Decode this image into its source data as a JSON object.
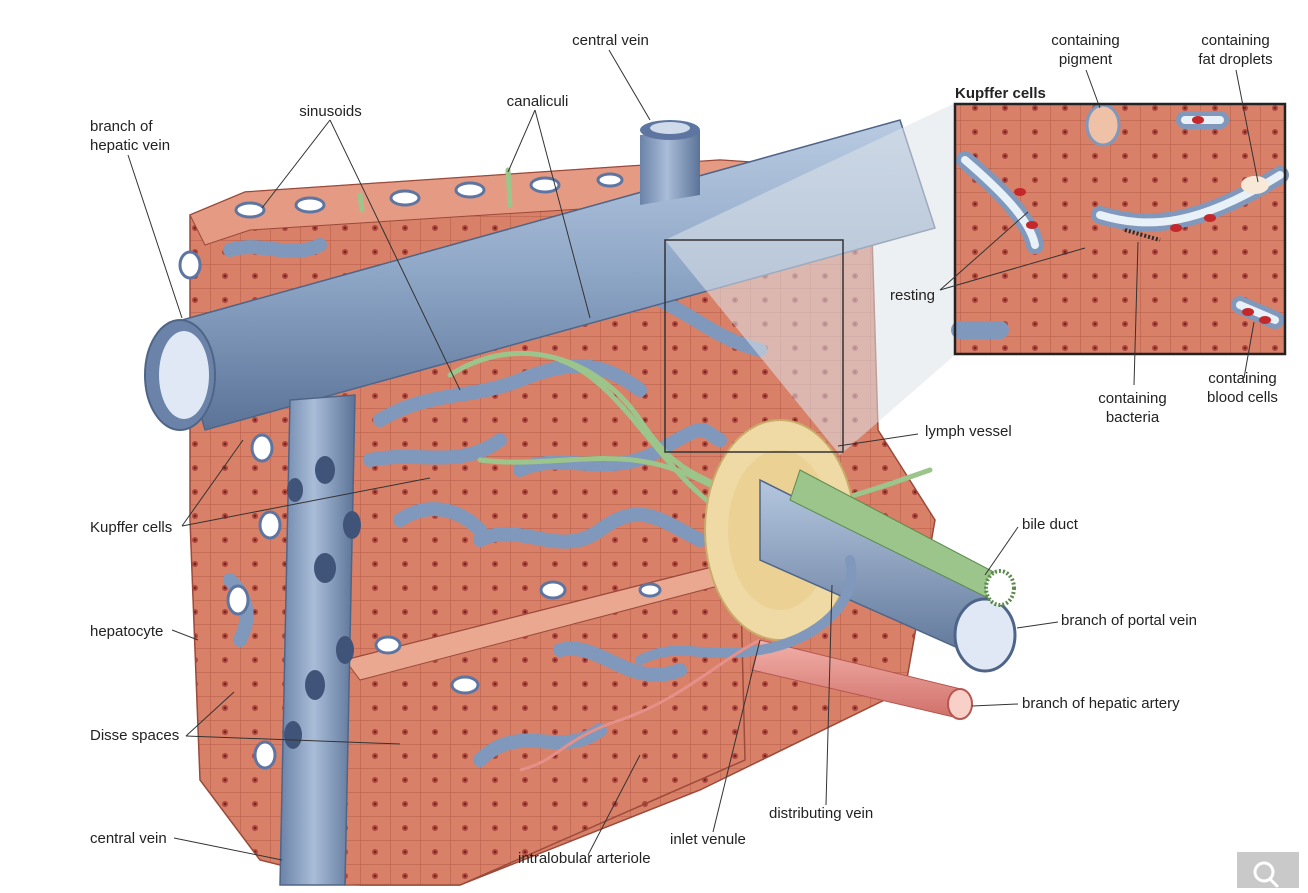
{
  "labels": {
    "central_vein_top": "central vein",
    "sinusoids": "sinusoids",
    "canaliculi": "canaliculi",
    "branch_hepatic_vein": "branch of\nhepatic vein",
    "kupffer_cells_title": "Kupffer cells",
    "containing_pigment": "containing\npigment",
    "containing_fat_droplets": "containing\nfat droplets",
    "resting": "resting",
    "containing_bacteria": "containing\nbacteria",
    "containing_blood_cells": "containing\nblood cells",
    "lymph_vessel": "lymph vessel",
    "bile_duct": "bile duct",
    "branch_portal_vein": "branch of portal vein",
    "branch_hepatic_artery": "branch of hepatic artery",
    "kupffer_cells_left": "Kupffer cells",
    "hepatocyte": "hepatocyte",
    "disse_spaces": "Disse spaces",
    "central_vein_bottom": "central vein",
    "intralobular_arteriole": "intralobular arteriole",
    "inlet_venule": "inlet venule",
    "distributing_vein": "distributing vein"
  },
  "colors": {
    "hepatocyte": "#d98068",
    "hepatocyte_dark": "#a8443a",
    "vein": "#8ea6c6",
    "vein_dark": "#4f6588",
    "bile": "#9cc58c",
    "artery": "#e6908a",
    "portal_tissue": "#efdaa6"
  },
  "icons": {
    "zoom": "magnifier-icon"
  }
}
